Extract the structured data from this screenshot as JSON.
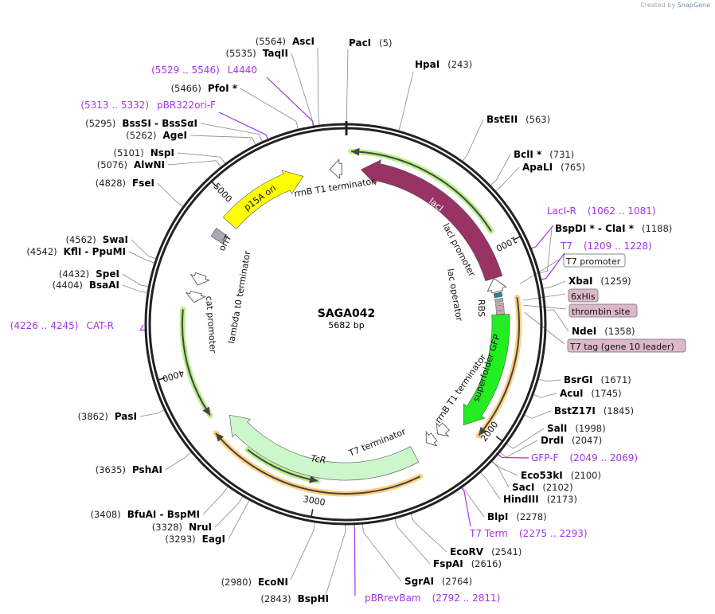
{
  "credit": {
    "prefix": "Created by",
    "brand": "SnapGene"
  },
  "map": {
    "name": "SAGA042",
    "length_label": "5682 bp",
    "length": 5682
  },
  "ticks": [
    {
      "bp": 1000,
      "label": "1000"
    },
    {
      "bp": 2000,
      "label": "2000"
    },
    {
      "bp": 3000,
      "label": "3000"
    },
    {
      "bp": 4000,
      "label": "4000"
    },
    {
      "bp": 5000,
      "label": "5000"
    }
  ],
  "enzymes": [
    {
      "name": "PacI",
      "pos_label": "(5)",
      "bp": 5
    },
    {
      "name": "HpaI",
      "pos_label": "(243)",
      "bp": 243
    },
    {
      "name": "BstEII",
      "pos_label": "(563)",
      "bp": 563
    },
    {
      "name": "BclI *",
      "pos_label": "(731)",
      "bp": 731
    },
    {
      "name": "ApaLI",
      "pos_label": "(765)",
      "bp": 765
    },
    {
      "name": "BspDI *  -  ClaI *",
      "pos_label": "(1188)",
      "bp": 1188
    },
    {
      "name": "XbaI",
      "pos_label": "(1259)",
      "bp": 1259
    },
    {
      "name": "NdeI",
      "pos_label": "(1358)",
      "bp": 1358
    },
    {
      "name": "BsrGI",
      "pos_label": "(1671)",
      "bp": 1671
    },
    {
      "name": "AcuI",
      "pos_label": "(1745)",
      "bp": 1745
    },
    {
      "name": "BstZ17I",
      "pos_label": "(1845)",
      "bp": 1845
    },
    {
      "name": "SalI",
      "pos_label": "(1998)",
      "bp": 1998
    },
    {
      "name": "DrdI",
      "pos_label": "(2047)",
      "bp": 2047
    },
    {
      "name": "Eco53kI",
      "pos_label": "(2100)",
      "bp": 2100
    },
    {
      "name": "SacI",
      "pos_label": "(2102)",
      "bp": 2102
    },
    {
      "name": "HindIII",
      "pos_label": "(2173)",
      "bp": 2173
    },
    {
      "name": "BlpI",
      "pos_label": "(2278)",
      "bp": 2278
    },
    {
      "name": "EcoRV",
      "pos_label": "(2541)",
      "bp": 2541
    },
    {
      "name": "FspAI",
      "pos_label": "(2616)",
      "bp": 2616
    },
    {
      "name": "SgrAI",
      "pos_label": "(2764)",
      "bp": 2764
    },
    {
      "name": "BspHI",
      "pos_label": "(2843)",
      "bp": 2843
    },
    {
      "name": "EcoNI",
      "pos_label": "(2980)",
      "bp": 2980
    },
    {
      "name": "EagI",
      "pos_label": "(3293)",
      "bp": 3293
    },
    {
      "name": "NruI",
      "pos_label": "(3328)",
      "bp": 3328
    },
    {
      "name": "BfuAI  -  BspMI",
      "pos_label": "(3408)",
      "bp": 3408
    },
    {
      "name": "PshAI",
      "pos_label": "(3635)",
      "bp": 3635
    },
    {
      "name": "PasI",
      "pos_label": "(3862)",
      "bp": 3862
    },
    {
      "name": "BsaAI",
      "pos_label": "(4404)",
      "bp": 4404
    },
    {
      "name": "SpeI",
      "pos_label": "(4432)",
      "bp": 4432
    },
    {
      "name": "KflI  -  PpuMI",
      "pos_label": "(4542)",
      "bp": 4542
    },
    {
      "name": "SwaI",
      "pos_label": "(4562)",
      "bp": 4562
    },
    {
      "name": "FseI",
      "pos_label": "(4828)",
      "bp": 4828
    },
    {
      "name": "AlwNI",
      "pos_label": "(5076)",
      "bp": 5076
    },
    {
      "name": "NspI",
      "pos_label": "(5101)",
      "bp": 5101
    },
    {
      "name": "AgeI",
      "pos_label": "(5262)",
      "bp": 5262
    },
    {
      "name": "BssSI  -  BssSαI",
      "pos_label": "(5295)",
      "bp": 5295
    },
    {
      "name": "PfoI *",
      "pos_label": "(5466)",
      "bp": 5466
    },
    {
      "name": "TaqII",
      "pos_label": "(5535)",
      "bp": 5535
    },
    {
      "name": "AscI",
      "pos_label": "(5564)",
      "bp": 5564
    }
  ],
  "primers": [
    {
      "name": "LacI-R",
      "range": "(1062 .. 1081)",
      "bp": 1071
    },
    {
      "name": "T7",
      "range": "(1209 .. 1228)",
      "bp": 1218
    },
    {
      "name": "GFP-F",
      "range": "(2049 .. 2069)",
      "bp": 2059
    },
    {
      "name": "T7 Term",
      "range": "(2275 .. 2293)",
      "bp": 2284
    },
    {
      "name": "pBRrevBam",
      "range": "(2792 .. 2811)",
      "bp": 2801
    },
    {
      "name": "CAT-R",
      "range": "(4226 .. 4245)",
      "bp": 4235
    },
    {
      "name": "pBR322ori-F",
      "range": "(5313 .. 5332)",
      "bp": 5322
    },
    {
      "name": "L4440",
      "range": "(5529 .. 5546)",
      "bp": 5537
    }
  ],
  "boxed_features": [
    {
      "label": "T7 promoter",
      "color": "#ffffff",
      "bp": 1215
    },
    {
      "label": "6xHis",
      "color": "#dcb8c8",
      "bp": 1300
    },
    {
      "label": "thrombin site",
      "color": "#dcb8c8",
      "bp": 1325
    },
    {
      "label": "T7 tag (gene 10 leader)",
      "color": "#dcb8c8",
      "bp": 1360
    }
  ],
  "features": [
    {
      "label": "lacI",
      "start": 90,
      "end": 1150,
      "strand": "reverse",
      "color": "#993366"
    },
    {
      "label": "lacI promoter",
      "start": 1150,
      "end": 1230,
      "strand": "reverse",
      "color": "#ffffff"
    },
    {
      "label": "lac operator",
      "start": 1238,
      "end": 1262,
      "strand": "none",
      "color": "#2e7d95"
    },
    {
      "label": "RBS",
      "start": 1272,
      "end": 1290,
      "strand": "none",
      "color": "#aab0b8"
    },
    {
      "label": "superfolder GFP",
      "start": 1365,
      "end": 2060,
      "strand": "forward",
      "color": "#22ee22"
    },
    {
      "label": "rrnB T1 terminator",
      "start": 2140,
      "end": 2210,
      "strand": "forward",
      "color": "#ffffff"
    },
    {
      "label": "T7 terminator",
      "start": 2240,
      "end": 2300,
      "strand": "forward",
      "color": "#ffffff"
    },
    {
      "label": "TcR",
      "start": 2400,
      "end": 3660,
      "strand": "forward",
      "color": "#ccf7cc"
    },
    {
      "label": "cat promoter",
      "start": 4390,
      "end": 4450,
      "strand": "reverse",
      "color": "#ffffff"
    },
    {
      "label": "lambda t0 terminator",
      "start": 4495,
      "end": 4560,
      "strand": "reverse",
      "color": "#ffffff"
    },
    {
      "label": "oriT",
      "start": 4785,
      "end": 4840,
      "strand": "none",
      "color": "#a4aab2"
    },
    {
      "label": "p15A ori",
      "start": 4910,
      "end": 5430,
      "strand": "forward",
      "color": "#ffff00"
    },
    {
      "label": "rrnB T1 terminator",
      "start": 5590,
      "end": 5660,
      "strand": "reverse",
      "color": "#ffffff"
    }
  ],
  "tag_boxes": [
    {
      "start": 1298,
      "end": 1312,
      "color": "#d4a6bb"
    },
    {
      "start": 1318,
      "end": 1338,
      "color": "#d4a6bb"
    },
    {
      "start": 1344,
      "end": 1362,
      "color": "#d4a6bb"
    }
  ],
  "primer_arcs": [
    {
      "start": 30,
      "end": 907,
      "strand": "reverse",
      "glow": "#b8f08a"
    },
    {
      "start": 1280,
      "end": 2050,
      "strand": "forward",
      "glow": "#ffd080"
    },
    {
      "start": 2430,
      "end": 3630,
      "strand": "forward",
      "glow": "#ffd080"
    },
    {
      "start": 3000,
      "end": 3440,
      "strand": "reverse",
      "glow": "#b8f08a"
    },
    {
      "start": 3725,
      "end": 4343,
      "strand": "reverse",
      "glow": "#b8f08a"
    }
  ]
}
